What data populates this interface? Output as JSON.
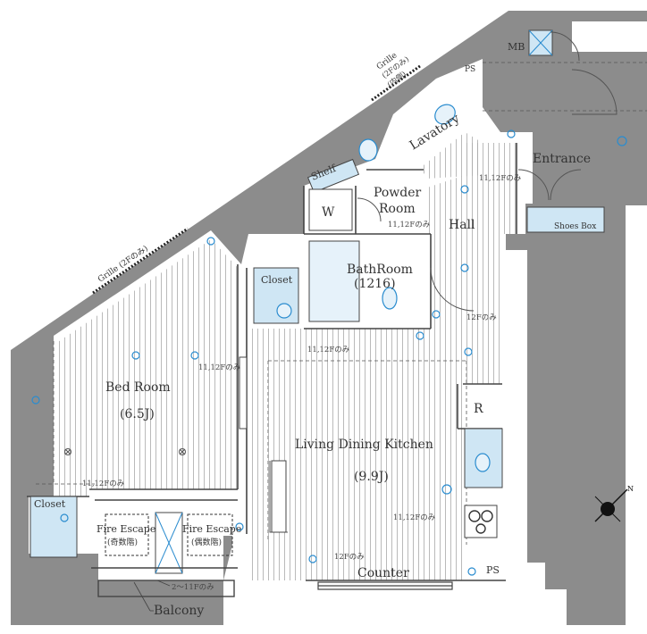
{
  "rooms": {
    "bedroom": "Bed Room",
    "bedroom_size": "(6.5J)",
    "ldk": "Living Dining Kitchen",
    "ldk_size": "(9.9J)",
    "bathroom": "BathRoom",
    "bathroom_size": "(1216)",
    "powder_1": "Powder",
    "powder_2": "Room",
    "lavatory": "Lavatory",
    "hall": "Hall",
    "entrance": "Entrance",
    "shoes_box": "Shoes Box",
    "closet_top": "Closet",
    "closet_bottom": "Closet",
    "shelf": "Shelf",
    "washer": "W",
    "mb": "MB",
    "ps_top": "PS",
    "ps_bottom": "PS",
    "counter": "Counter",
    "balcony": "Balcony",
    "fire_escape_1": "Fire Escape",
    "fire_escape_1_sub": "(奇数階)",
    "fire_escape_2": "Fire Escape",
    "fire_escape_2_sub": "(偶数階)",
    "fridge": "R"
  },
  "labels": {
    "grille_top": "Grille",
    "grille_top_note": "(2Fのみ)",
    "grille_top_note2": "(内側)",
    "grille_left": "Grille (2Fのみ)",
    "note_11_12_bed": "11,12Fのみ",
    "note_11_12_closet": "11,12Fのみ",
    "note_11_12_powder": "11,12Fのみ",
    "note_11_12_entrance": "11,12Fのみ",
    "note_11_12_ldk": "11,12Fのみ",
    "note_11_12_bath": "11,12Fのみ",
    "note_12_ldk": "12Fのみ",
    "note_12_counter": "12Fのみ",
    "note_2_11": "2～11Fのみ"
  },
  "colors": {
    "wall": "#8c8c8c",
    "fixture": "#cfe6f4",
    "line": "#444444",
    "accent": "#2a8ccf"
  }
}
